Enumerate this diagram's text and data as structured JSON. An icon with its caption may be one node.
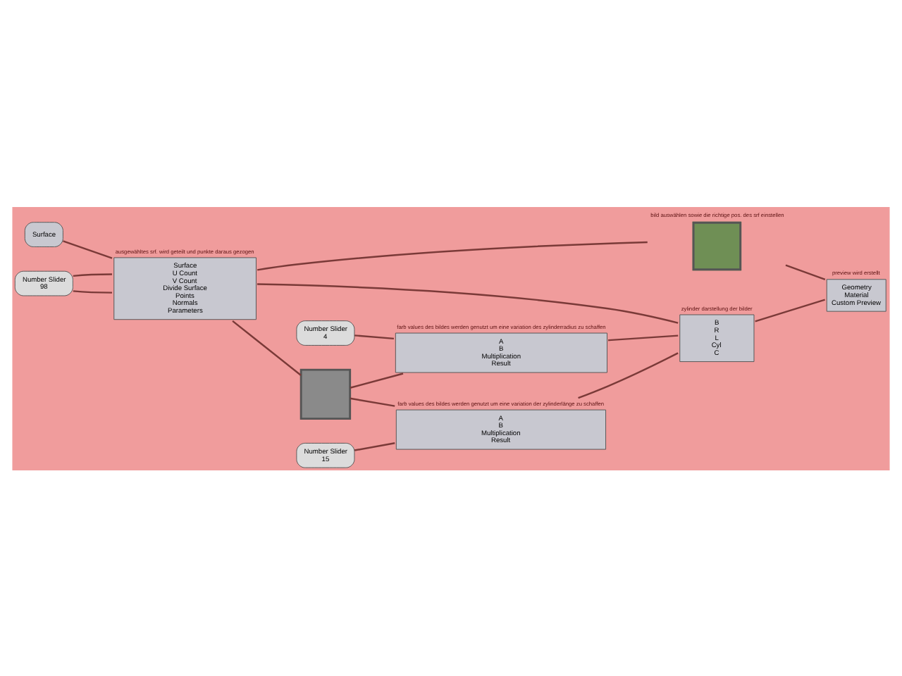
{
  "diagram": {
    "nodes": [
      {
        "text": [
          "Surface"
        ]
      },
      {
        "text": [
          "Number Slider",
          "98"
        ]
      },
      {
        "text": [
          "Surface",
          "U Count",
          "V Count",
          "Divide Surface",
          "Points",
          "Normals",
          "Parameters"
        ],
        "beside": [
          "ausgewähltes srf. wird geteilt und punkte daraus gezogen"
        ]
      },
      {
        "text": [],
        "shape": "box",
        "beside": [
          "bild auswählen sowie die richtige pos. des srf einstellen"
        ]
      },
      {
        "text": [
          "B",
          "R",
          "L",
          "Cyl",
          "C"
        ],
        "beside": [
          "zylinder darstellung der bilder"
        ]
      },
      {
        "text": [
          "Geometry",
          "Material",
          "Custom Preview"
        ],
        "beside": [
          "preview wird erstellt"
        ]
      },
      {
        "text": [
          "Number Slider",
          "4"
        ]
      },
      {
        "text": [
          "A",
          "B",
          "Multiplication",
          "Result"
        ],
        "beside": [
          "farb values des bildes werden genutzt um eine variation des zylinderradius zu schaffen"
        ]
      },
      {
        "text": [],
        "shape": "box"
      },
      {
        "text": [
          "A",
          "B",
          "Multiplication",
          "Result"
        ],
        "beside": [
          "farb values des bildes werden genutzt um eine variation der zylinderlänge zu schaffen"
        ]
      },
      {
        "text": [
          "Number Slider",
          "15"
        ]
      }
    ],
    "edges": [
      {
        "from": 0,
        "to": 2,
        "arrow": "none"
      },
      {
        "from": 1,
        "to": 2,
        "arrow": "none"
      },
      {
        "from": 1,
        "to": 2,
        "arrow": "none"
      },
      {
        "from": 2,
        "to": 3,
        "arrow": "none"
      },
      {
        "from": 2,
        "to": 4,
        "arrow": "none"
      },
      {
        "from": 2,
        "to": 8,
        "arrow": "none"
      },
      {
        "from": 3,
        "to": 5,
        "arrow": "none"
      },
      {
        "from": 4,
        "to": 5,
        "arrow": "none"
      },
      {
        "from": 6,
        "to": 7,
        "arrow": "none"
      },
      {
        "from": 8,
        "to": 7,
        "arrow": "none"
      },
      {
        "from": 8,
        "to": 9,
        "arrow": "none"
      },
      {
        "from": 10,
        "to": 9,
        "arrow": "none"
      },
      {
        "from": 7,
        "to": 4,
        "arrow": "none"
      },
      {
        "from": 9,
        "to": 4,
        "arrow": "none"
      }
    ]
  }
}
